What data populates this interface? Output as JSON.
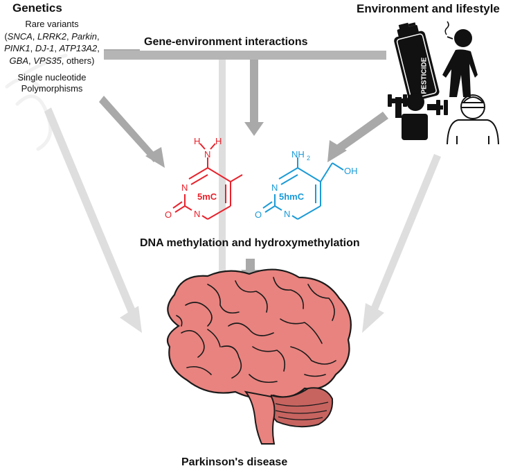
{
  "genetics": {
    "title": "Genetics",
    "rare_variants_label": "Rare variants",
    "genes": [
      "SNCA",
      "LRRK2",
      "Parkin",
      "PINK1",
      "DJ-1",
      "ATP13A2",
      "GBA",
      "VPS35"
    ],
    "others": "others",
    "snp_label_line1": "Single nucleotide",
    "snp_label_line2": "Polymorphisms"
  },
  "environment": {
    "title": "Environment and lifestyle",
    "pesticide_label": "PESTICIDE",
    "icons": [
      "pesticide-can-icon",
      "smoking-person-icon",
      "exercise-person-icon",
      "head-injury-person-icon"
    ]
  },
  "interactions": {
    "label": "Gene-environment interactions"
  },
  "molecules": {
    "mc": {
      "label": "5mC",
      "color": "#e8212b",
      "atoms": {
        "n1": "N",
        "n3": "N",
        "h_left": "H",
        "h_right": "H",
        "n_amine": "N",
        "o": "O"
      }
    },
    "hmc": {
      "label": "5hmC",
      "color": "#1a9ad6",
      "atoms": {
        "nh2": "NH",
        "sub2": "2",
        "n1": "N",
        "n3": "N",
        "o": "O",
        "oh": "OH"
      }
    }
  },
  "dna": {
    "label": "DNA methylation and hydroxymethylation"
  },
  "outcome": {
    "label": "Parkinson's disease"
  },
  "colors": {
    "arrow_dark": "#a9a9a9",
    "arrow_light": "#dedede",
    "brain_fill": "#e8837f",
    "brain_stroke": "#1a1a1a",
    "cerebellum_fill": "#c76460"
  }
}
